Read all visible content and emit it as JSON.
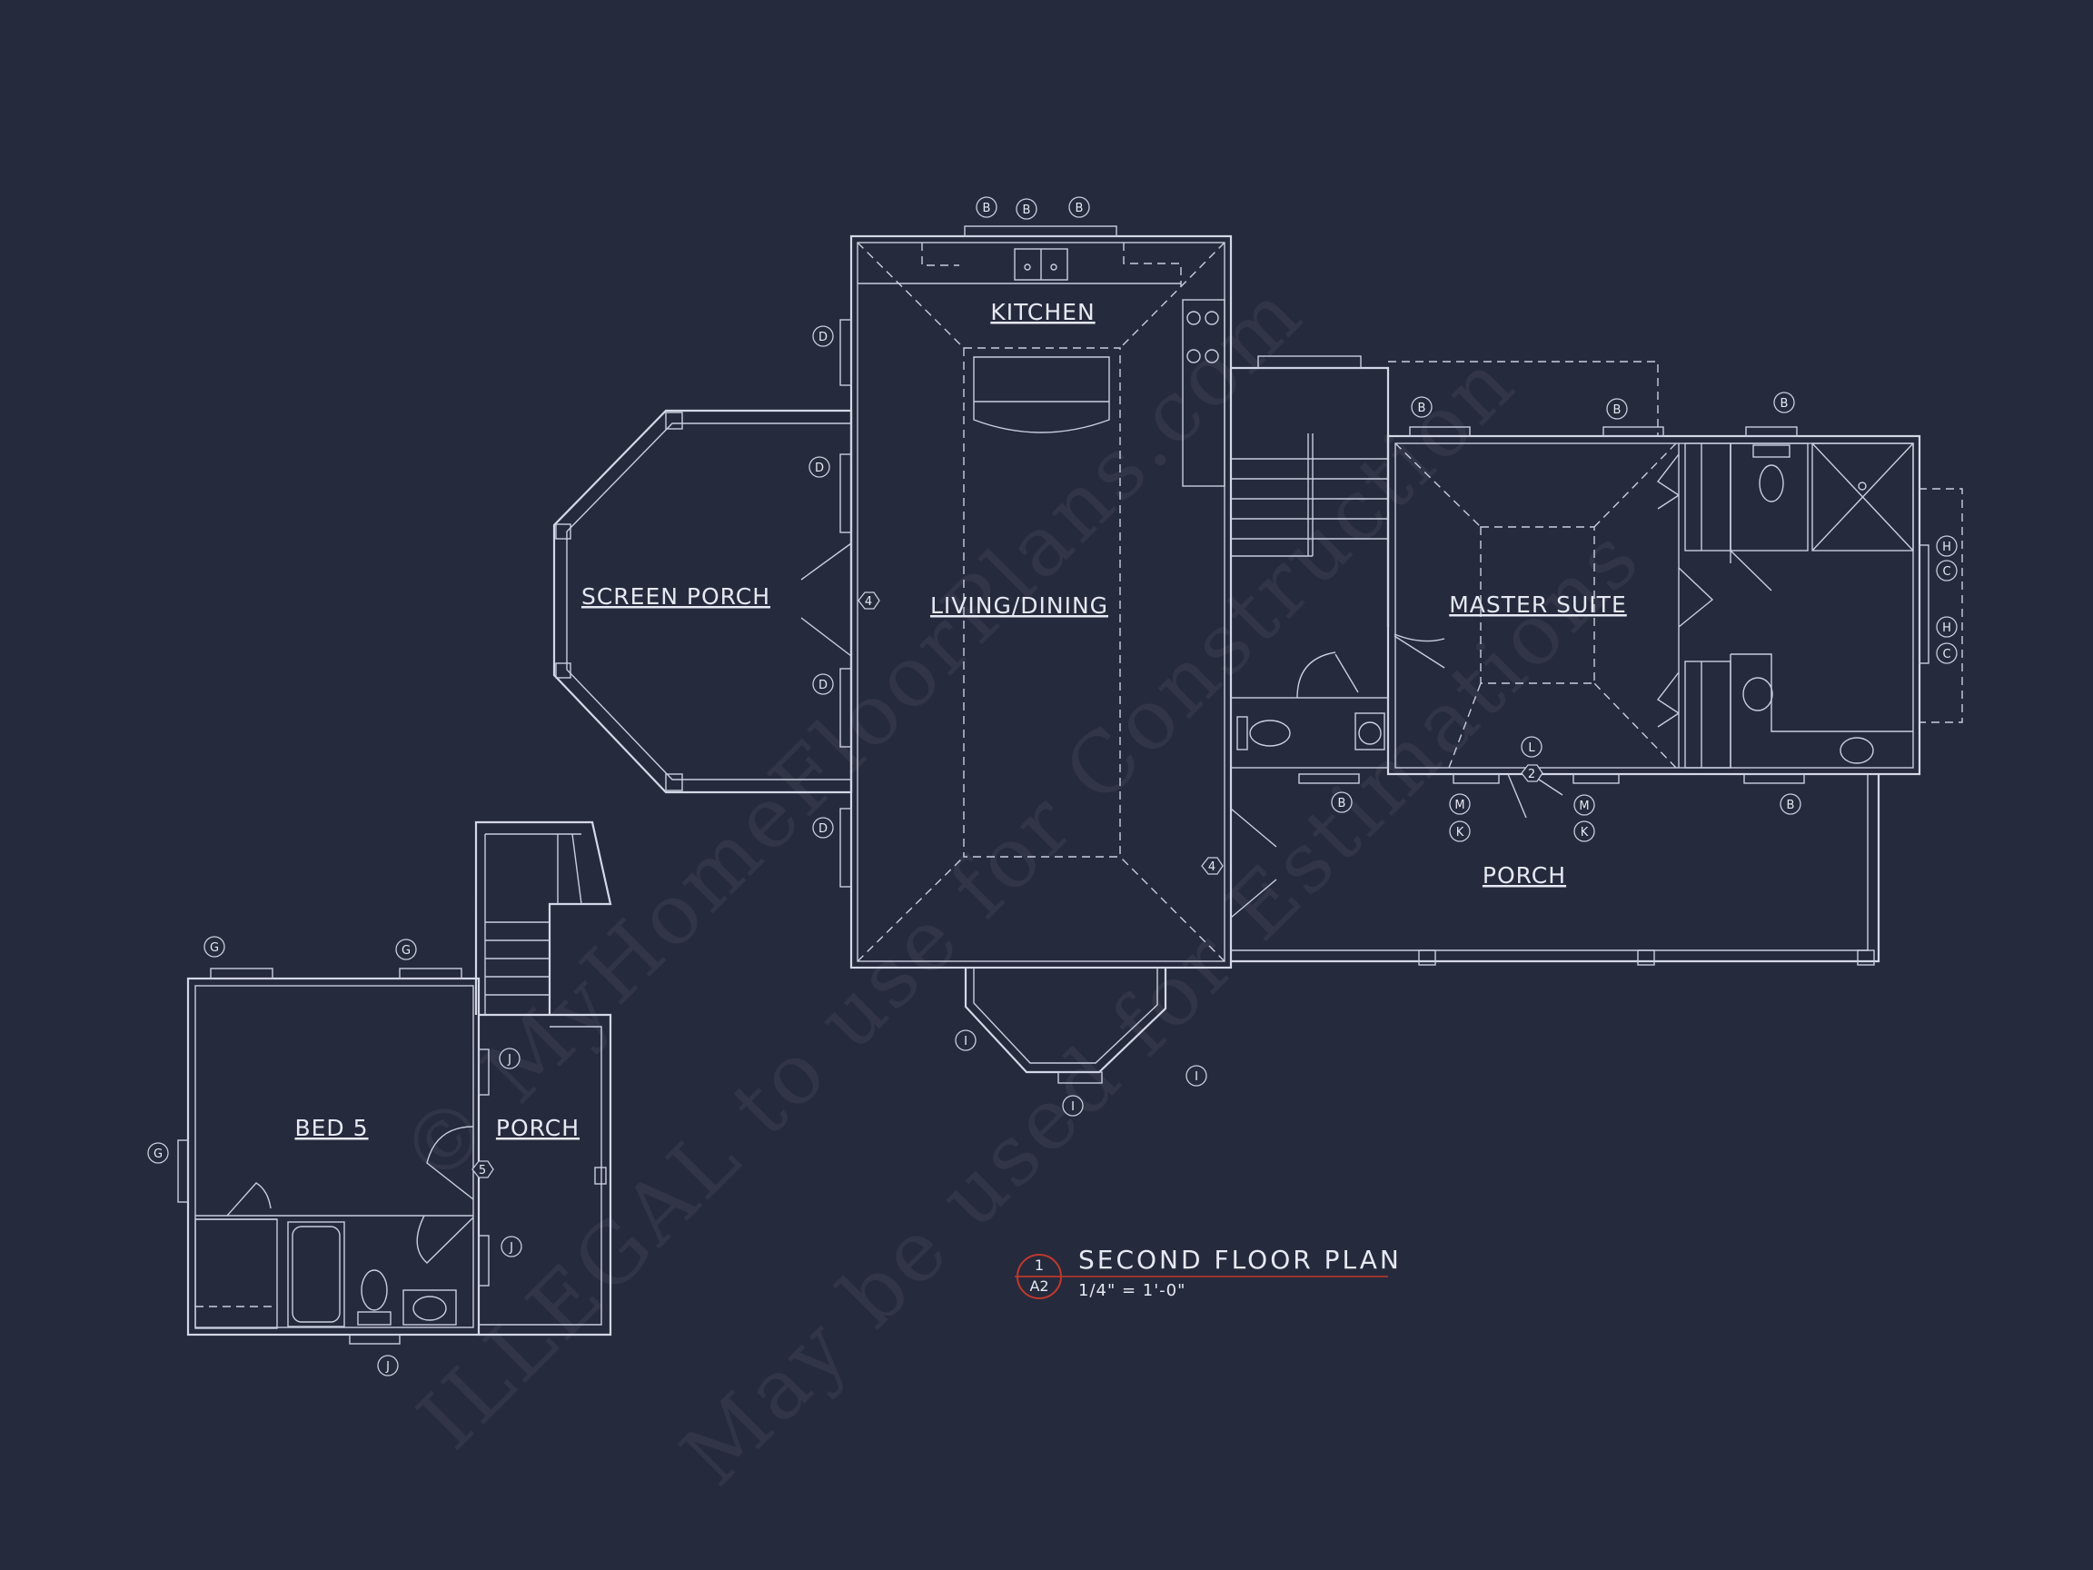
{
  "rooms": {
    "kitchen": "KITCHEN",
    "screen_porch": "SCREEN PORCH",
    "living_dining": "LIVING/DINING",
    "master_suite": "MASTER SUITE",
    "porch_main": "PORCH",
    "bed5": "BED 5",
    "porch_small": "PORCH"
  },
  "title_block": {
    "title": "SECOND FLOOR PLAN",
    "scale": "1/4\" = 1'-0\"",
    "detail_number": "1",
    "sheet": "A2"
  },
  "watermark": {
    "line1": "© MyHomeFloorPlans.com",
    "line2": "ILLEGAL to use for Construction",
    "line3": "May be used for Estimations"
  },
  "colors": {
    "background": "#262a3d",
    "line": "#d4d8e6",
    "title_accent": "#c0392b"
  },
  "tags": {
    "kitchen_top": [
      "B",
      "B",
      "B"
    ],
    "living_west": [
      "D",
      "D",
      "D",
      "D"
    ],
    "door_living_west": "4",
    "door_living_east": "4",
    "master_north": [
      "B",
      "B",
      "B"
    ],
    "master_east": [
      "H",
      "C",
      "H",
      "C"
    ],
    "master_south": [
      "B",
      "M",
      "K",
      "L",
      "M",
      "K",
      "B"
    ],
    "door_master": "2",
    "bay": [
      "I",
      "I",
      "I"
    ],
    "bed5": [
      "G",
      "G",
      "G",
      "J",
      "J",
      "J"
    ],
    "door_bed5": "5"
  }
}
